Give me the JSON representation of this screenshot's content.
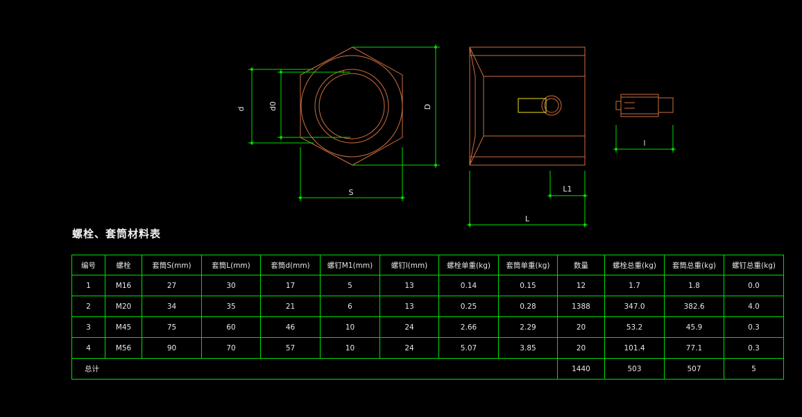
{
  "dimension_labels": {
    "d": "d",
    "d0": "d0",
    "D": "D",
    "S": "S",
    "L1": "L1",
    "L": "L",
    "l": "l"
  },
  "table": {
    "title": "螺栓、套筒材料表",
    "headers": [
      "编号",
      "螺栓",
      "套筒S(mm)",
      "套筒L(mm)",
      "套筒d(mm)",
      "螺钉M1(mm)",
      "螺钉l(mm)",
      "螺栓单重(kg)",
      "套筒单重(kg)",
      "数量",
      "螺栓总重(kg)",
      "套筒总重(kg)",
      "螺钉总重(kg)"
    ],
    "rows": [
      [
        "1",
        "M16",
        "27",
        "30",
        "17",
        "5",
        "13",
        "0.14",
        "0.15",
        "12",
        "1.7",
        "1.8",
        "0.0"
      ],
      [
        "2",
        "M20",
        "34",
        "35",
        "21",
        "6",
        "13",
        "0.25",
        "0.28",
        "1388",
        "347.0",
        "382.6",
        "4.0"
      ],
      [
        "3",
        "M45",
        "75",
        "60",
        "46",
        "10",
        "24",
        "2.66",
        "2.29",
        "20",
        "53.2",
        "45.9",
        "0.3"
      ],
      [
        "4",
        "M56",
        "90",
        "70",
        "57",
        "10",
        "24",
        "5.07",
        "3.85",
        "20",
        "101.4",
        "77.1",
        "0.3"
      ]
    ],
    "total": {
      "label": "总计",
      "quantity": "1440",
      "bolt_total": "503",
      "sleeve_total": "507",
      "screw_total": "5"
    }
  },
  "colors": {
    "background": "#000000",
    "outline": "#d07040",
    "dimension": "#00e000",
    "screw_slot": "#f0e020",
    "text": "#e8e8e8"
  }
}
